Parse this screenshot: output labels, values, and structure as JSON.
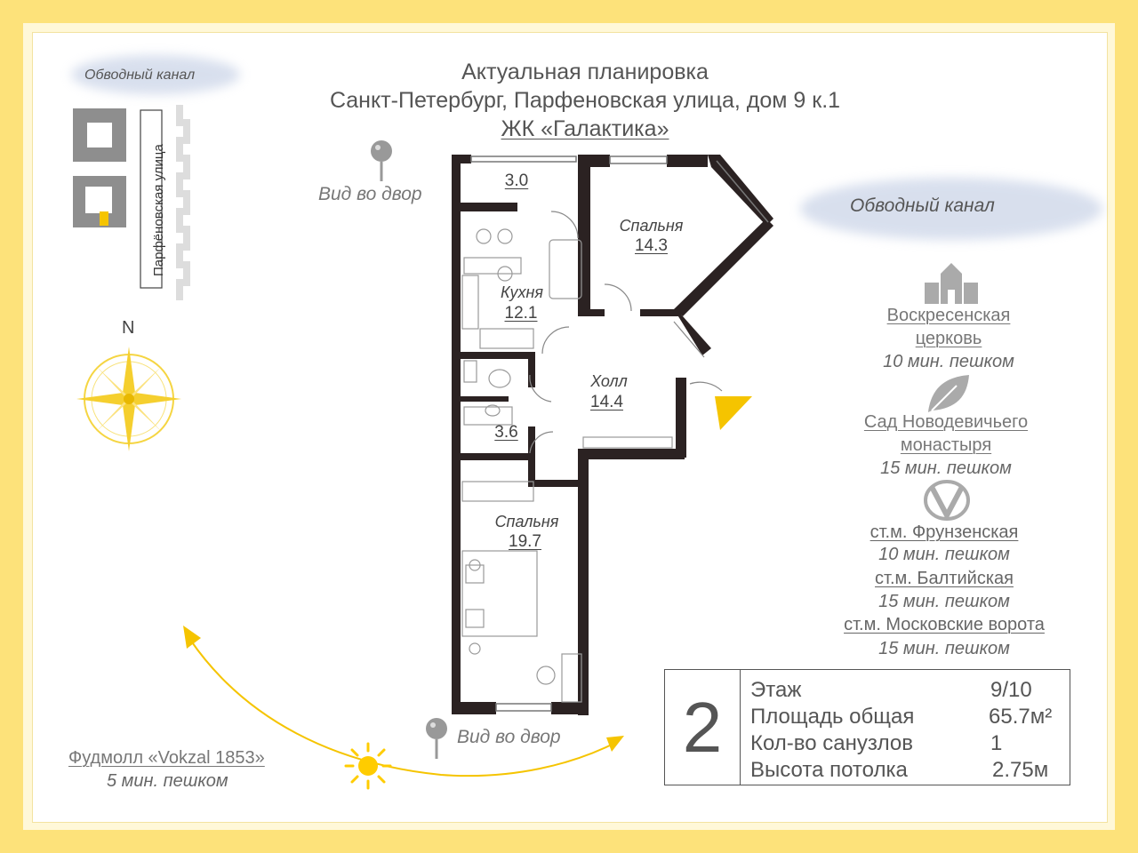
{
  "header": {
    "line1": "Актуальная планировка",
    "line2": "Санкт-Петербург, Парфеновская улица, дом 9 к.1",
    "line3": "ЖК «Галактика»"
  },
  "map": {
    "canal_label": "Обводный канал",
    "street_label": "Парфёновская улица",
    "north_label": "N"
  },
  "views": {
    "top": "Вид во двор",
    "bottom": "Вид во двор"
  },
  "canal_right": "Обводный канал",
  "rooms": {
    "balcony": {
      "area": "3.0"
    },
    "bedroom1": {
      "name": "Спальня",
      "area": "14.3"
    },
    "kitchen": {
      "name": "Кухня",
      "area": "12.1"
    },
    "hall": {
      "name": "Холл",
      "area": "14.4"
    },
    "bath": {
      "area": "3.6"
    },
    "bedroom2": {
      "name": "Спальня",
      "area": "19.7"
    }
  },
  "places": [
    {
      "icon": "church-icon",
      "name_line1": "Воскресенская",
      "name_line2": "церковь",
      "time": "10 мин. пешком"
    },
    {
      "icon": "leaf-icon",
      "name_line1": "Сад Новодевичьего",
      "name_line2": "монастыря",
      "time": "15 мин. пешком"
    },
    {
      "icon": "metro-icon",
      "stations": [
        {
          "name": "ст.м. Фрунзенская",
          "time": "10 мин. пешком"
        },
        {
          "name": "ст.м. Балтийская",
          "time": "15 мин. пешком"
        },
        {
          "name": "ст.м. Московские ворота",
          "time": "15 мин. пешком"
        }
      ]
    }
  ],
  "foodmall": {
    "name": "Фудмолл «Vokzal 1853»",
    "time": "5 мин. пешком"
  },
  "info": {
    "rooms_count": "2",
    "rows": [
      {
        "label": "Этаж",
        "value": "9/10"
      },
      {
        "label": "Площадь общая",
        "value": "65.7м²"
      },
      {
        "label": "Кол-во санузлов",
        "value": "1"
      },
      {
        "label": "Высота потолка",
        "value": "2.75м"
      }
    ]
  },
  "colors": {
    "accent": "#fde27a",
    "sun": "#ffcc00",
    "wall": "#2b2222",
    "text": "#555555"
  }
}
